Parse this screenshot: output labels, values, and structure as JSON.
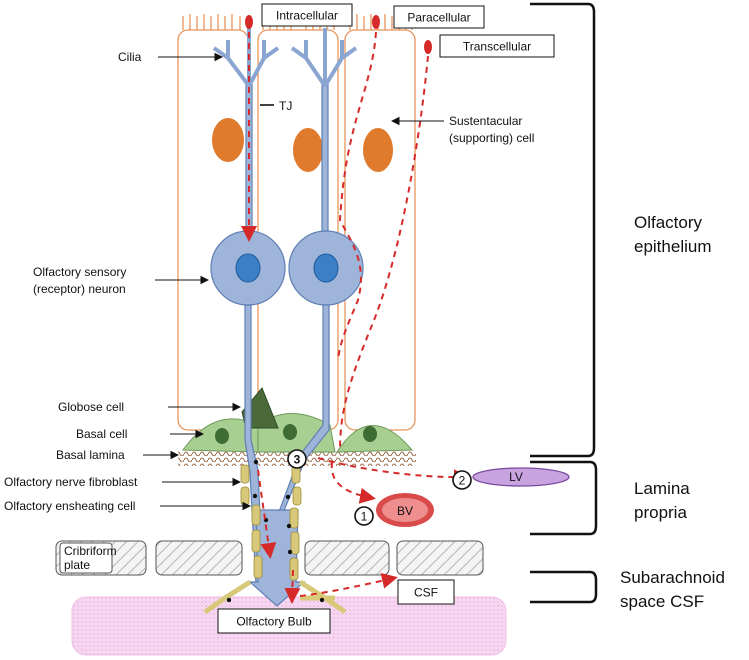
{
  "colors": {
    "cell_outline": "#e8955a",
    "nucleus_orange": "#e07b2e",
    "neuron_fill": "#9fb4d9",
    "neuron_stroke": "#5e7fb5",
    "nucleus_blue": "#3c7fc6",
    "basal_fill": "#a8cf92",
    "basal_nucleus": "#3f6b35",
    "globose": "#4a6a3a",
    "route_red": "#d62a2a",
    "lv_fill": "#c9a3e0",
    "bv_fill": "#e26b6b",
    "bulb_fill": "#f2d2ec",
    "ensheathing": "#d8c97a",
    "lamina": "#9b6b4a"
  },
  "routes": {
    "intracellular": "Intracellular",
    "paracellular": "Paracellular",
    "transcellular": "Transcellular"
  },
  "labels": {
    "cilia": "Cilia",
    "tj": "TJ",
    "sustentacular_1": "Sustentacular",
    "sustentacular_2": "(supporting) cell",
    "osn_1": "Olfactory sensory",
    "osn_2": "(receptor) neuron",
    "globose": "Globose cell",
    "basal_cell": "Basal cell",
    "basal_lamina": "Basal lamina",
    "fibroblast": "Olfactory nerve fibroblast",
    "ensheathing": "Olfactory ensheating cell",
    "cribriform_1": "Cribriform",
    "cribriform_2": "plate",
    "csf": "CSF",
    "olfactory_bulb": "Olfactory Bulb",
    "lv": "LV",
    "bv": "BV",
    "num1": "1",
    "num2": "2",
    "num3": "3"
  },
  "regions": {
    "epithelium_1": "Olfactory",
    "epithelium_2": "epithelium",
    "lamina_1": "Lamina",
    "lamina_2": "propria",
    "subarachnoid_1": "Subarachnoid",
    "subarachnoid_2": "space CSF"
  }
}
